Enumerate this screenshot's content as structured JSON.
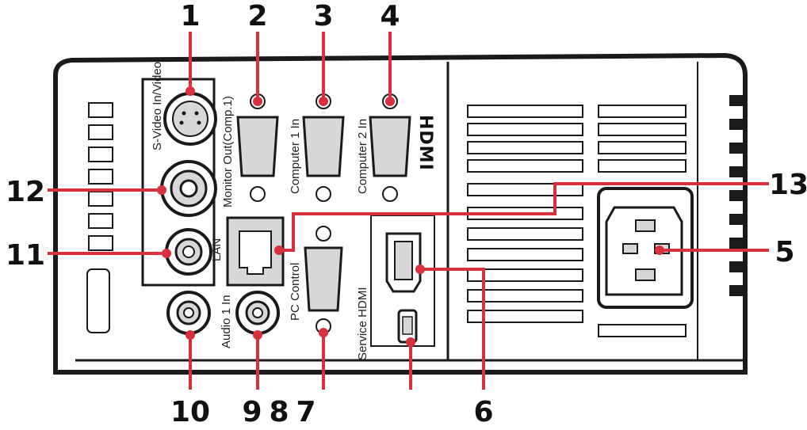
{
  "labels": {
    "s_video_video": "S-Video In/Video",
    "monitor_out": "Monitor Out(Comp.1)",
    "computer1_in": "Computer 1 In",
    "computer2_in": "Computer 2 In",
    "lan": "LAN",
    "pc_control": "PC Control",
    "service_hdmi": "Service HDMI",
    "audio1_in": "Audio 1 In",
    "hdmi_logo": "HDMI"
  },
  "callouts": {
    "n1": "1",
    "n2": "2",
    "n3": "3",
    "n4": "4",
    "n5": "5",
    "n6": "6",
    "n7": "7",
    "n8": "8",
    "n9": "9",
    "n10": "10",
    "n11": "11",
    "n12": "12",
    "n13": "13"
  },
  "colors": {
    "callout": "#d9303e",
    "outline": "#1a1a1a",
    "panel": "#ffffff",
    "port_fill": "#d8d8d8"
  }
}
